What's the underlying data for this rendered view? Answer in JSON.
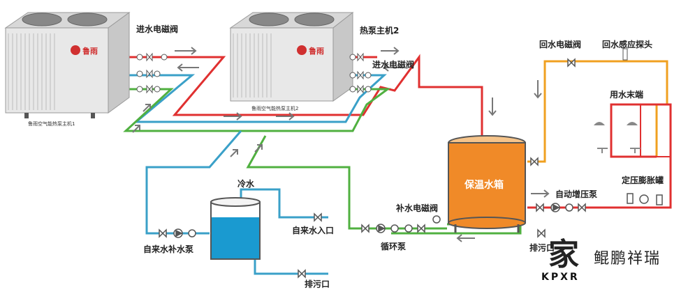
{
  "labels": {
    "unit1_plate": "鲁雨空气能热泵主机1",
    "unit2_title": "热泵主机2",
    "unit2_plate": "鲁雨空气能热泵主机2",
    "brand_badge": "鲁雨",
    "inlet_valve_1": "进水电磁阀",
    "inlet_valve_2": "进水电磁阀",
    "return_valve": "回水电磁阀",
    "return_probe": "回水感应探头",
    "end_use": "用水末端",
    "storage_tank": "保温水箱",
    "booster_pump": "自动增压泵",
    "expansion_tank": "定压膨胀罐",
    "makeup_valve": "补水电磁阀",
    "circ_pump": "循环泵",
    "drain_right": "排污口",
    "cold_water": "冷水",
    "tap_inlet": "自来水入口",
    "tap_makeup_pump": "自来水补水泵",
    "drain_bottom": "排污口"
  },
  "logo": {
    "text": "鲲鹏祥瑞",
    "abbr": "KPXR",
    "glyph": "家"
  },
  "colors": {
    "hot": "#e03030",
    "return": "#f0a020",
    "blue": "#3aa0c8",
    "green": "#50b040",
    "tank_hot": "#f08a28",
    "tank_cold": "#1a9ad0",
    "arrow": "#777777"
  }
}
